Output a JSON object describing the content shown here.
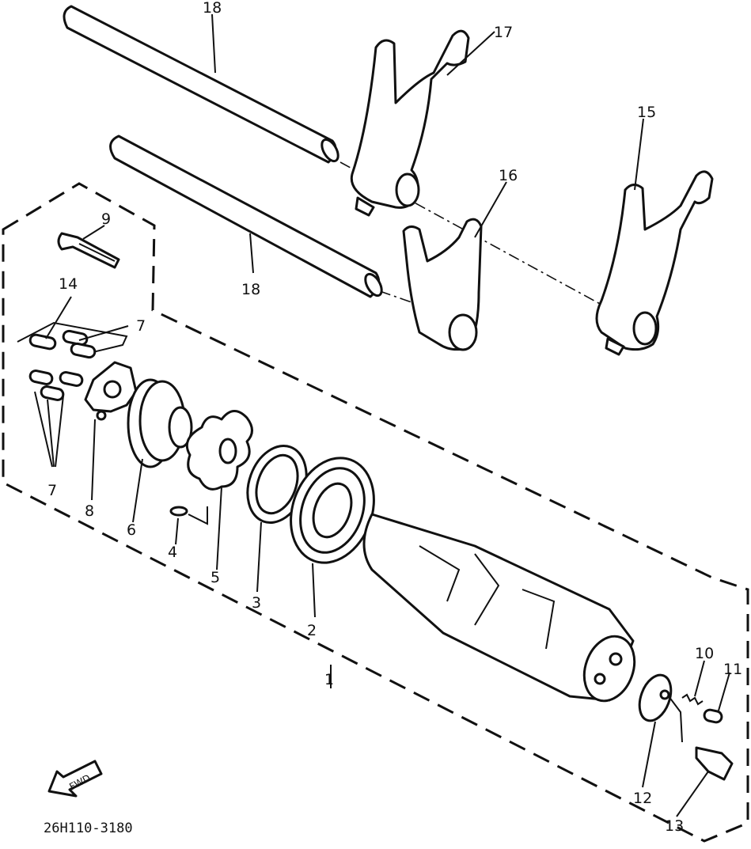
{
  "labels": {
    "p1": "1",
    "p2": "2",
    "p3": "3",
    "p4": "4",
    "p5": "5",
    "p6": "6",
    "p7a": "7",
    "p7b": "7",
    "p8": "8",
    "p9": "9",
    "p10": "10",
    "p11": "11",
    "p12": "12",
    "p13": "13",
    "p14": "14",
    "p15": "15",
    "p16": "16",
    "p17": "17",
    "p18a": "18",
    "p18b": "18"
  },
  "front_marker": "FWD",
  "diagram_code": "26H110-3180",
  "colors": {
    "ink": "#111111",
    "paper": "#ffffff"
  }
}
